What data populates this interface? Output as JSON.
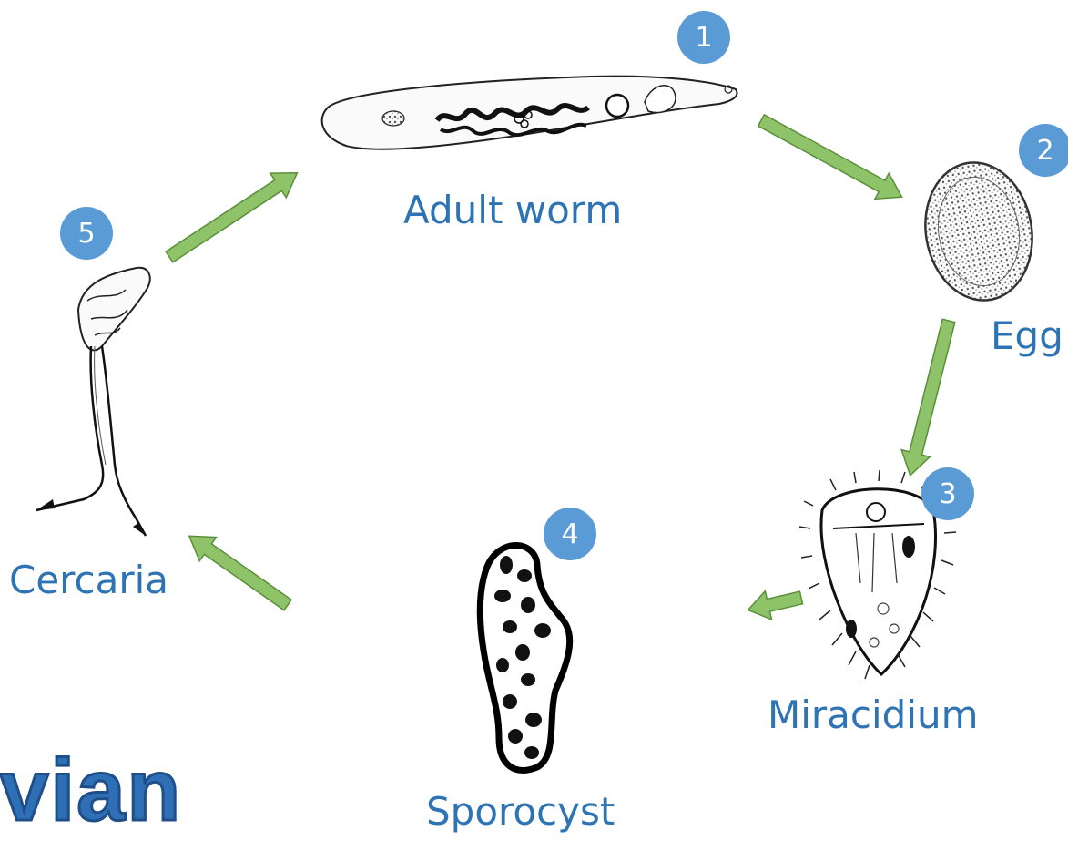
{
  "colors": {
    "label": "#2e74b5",
    "badge": "#5b9bd5",
    "arrow_fill": "#8fc36a",
    "arrow_stroke": "#5a8f3a"
  },
  "stages": [
    {
      "number": "1",
      "label": "Adult worm"
    },
    {
      "number": "2",
      "label": "Egg"
    },
    {
      "number": "3",
      "label": "Miracidium"
    },
    {
      "number": "4",
      "label": "Sporocyst"
    },
    {
      "number": "5",
      "label": "Cercaria"
    }
  ],
  "brand_fragment": "vian"
}
